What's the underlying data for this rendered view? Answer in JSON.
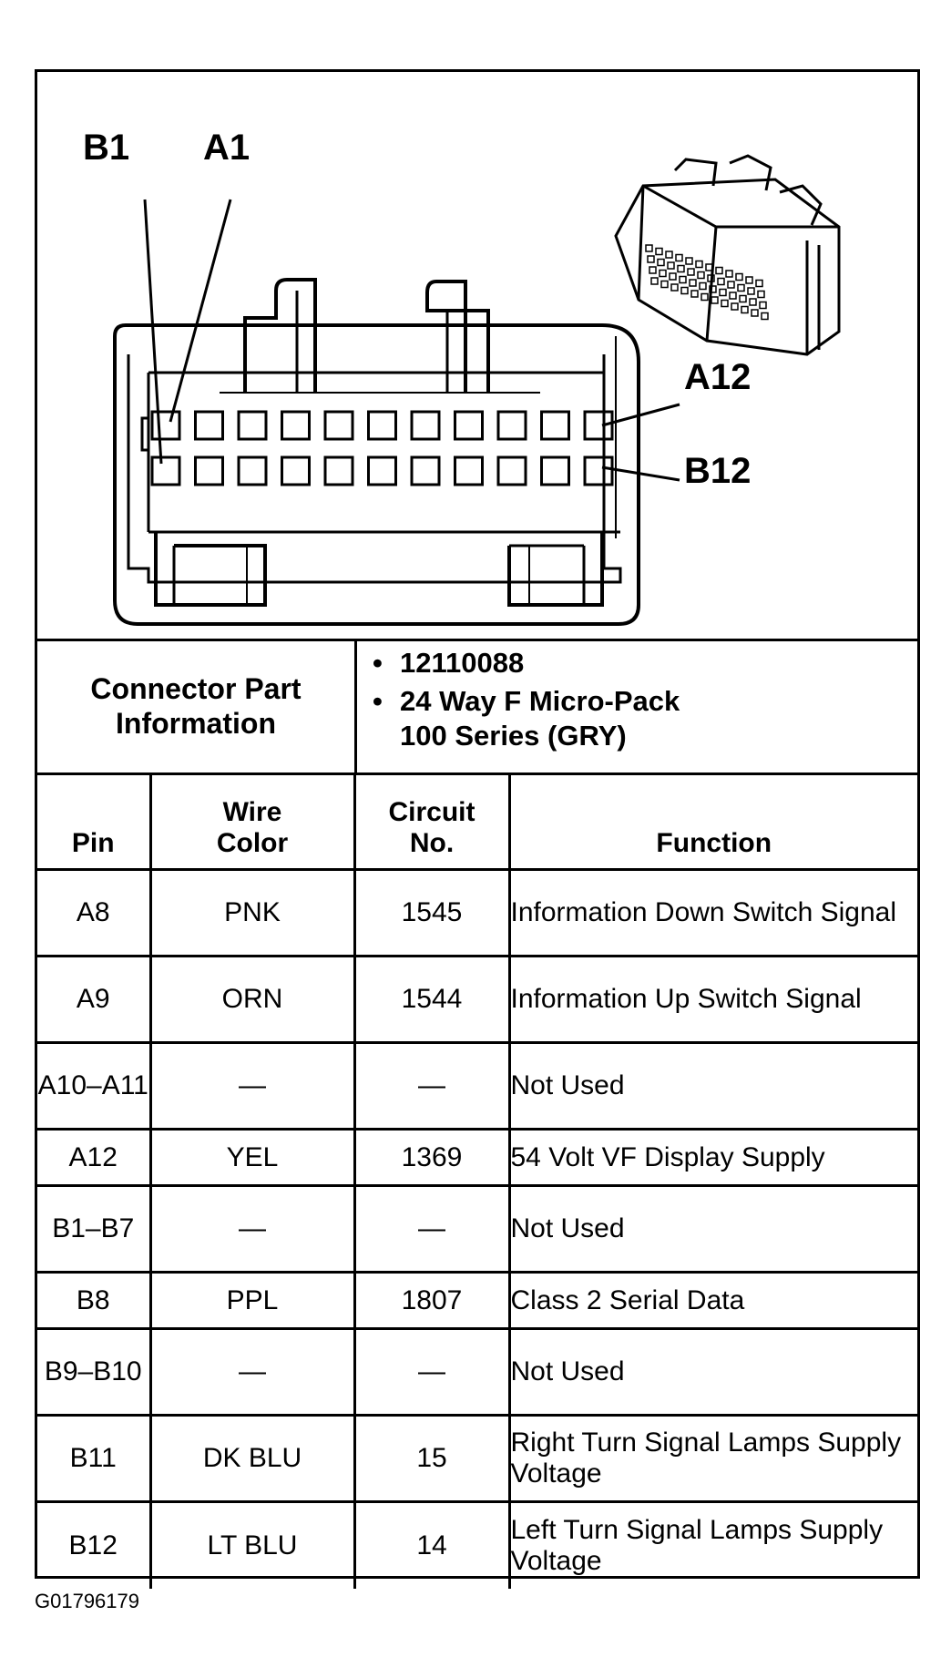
{
  "figure_id": "G01796179",
  "diagram": {
    "labels": {
      "b1": "B1",
      "a1": "A1",
      "a12": "A12",
      "b12": "B12"
    },
    "pins_per_row": 11
  },
  "connector_info": {
    "label_line1": "Connector Part",
    "label_line2": "Information",
    "bullets": [
      "12110088",
      "24 Way F Micro-Pack 100 Series (GRY)"
    ]
  },
  "table": {
    "headers": {
      "pin": "Pin",
      "wire_color_line1": "Wire",
      "wire_color_line2": "Color",
      "circuit_line1": "Circuit",
      "circuit_line2": "No.",
      "function": "Function"
    },
    "rows": [
      {
        "pin": "A8",
        "wire": "PNK",
        "circuit": "1545",
        "function": "Information Down Switch Signal"
      },
      {
        "pin": "A9",
        "wire": "ORN",
        "circuit": "1544",
        "function": "Information Up Switch Signal"
      },
      {
        "pin": "A10–A11",
        "wire": "—",
        "circuit": "—",
        "function": "Not Used"
      },
      {
        "pin": "A12",
        "wire": "YEL",
        "circuit": "1369",
        "function": "54 Volt VF Display Supply"
      },
      {
        "pin": "B1–B7",
        "wire": "—",
        "circuit": "—",
        "function": "Not Used"
      },
      {
        "pin": "B8",
        "wire": "PPL",
        "circuit": "1807",
        "function": "Class 2 Serial Data"
      },
      {
        "pin": "B9–B10",
        "wire": "—",
        "circuit": "—",
        "function": "Not Used"
      },
      {
        "pin": "B11",
        "wire": "DK BLU",
        "circuit": "15",
        "function": "Right Turn Signal Lamps Supply Voltage"
      },
      {
        "pin": "B12",
        "wire": "LT BLU",
        "circuit": "14",
        "function": "Left Turn Signal Lamps Supply Voltage"
      }
    ]
  }
}
